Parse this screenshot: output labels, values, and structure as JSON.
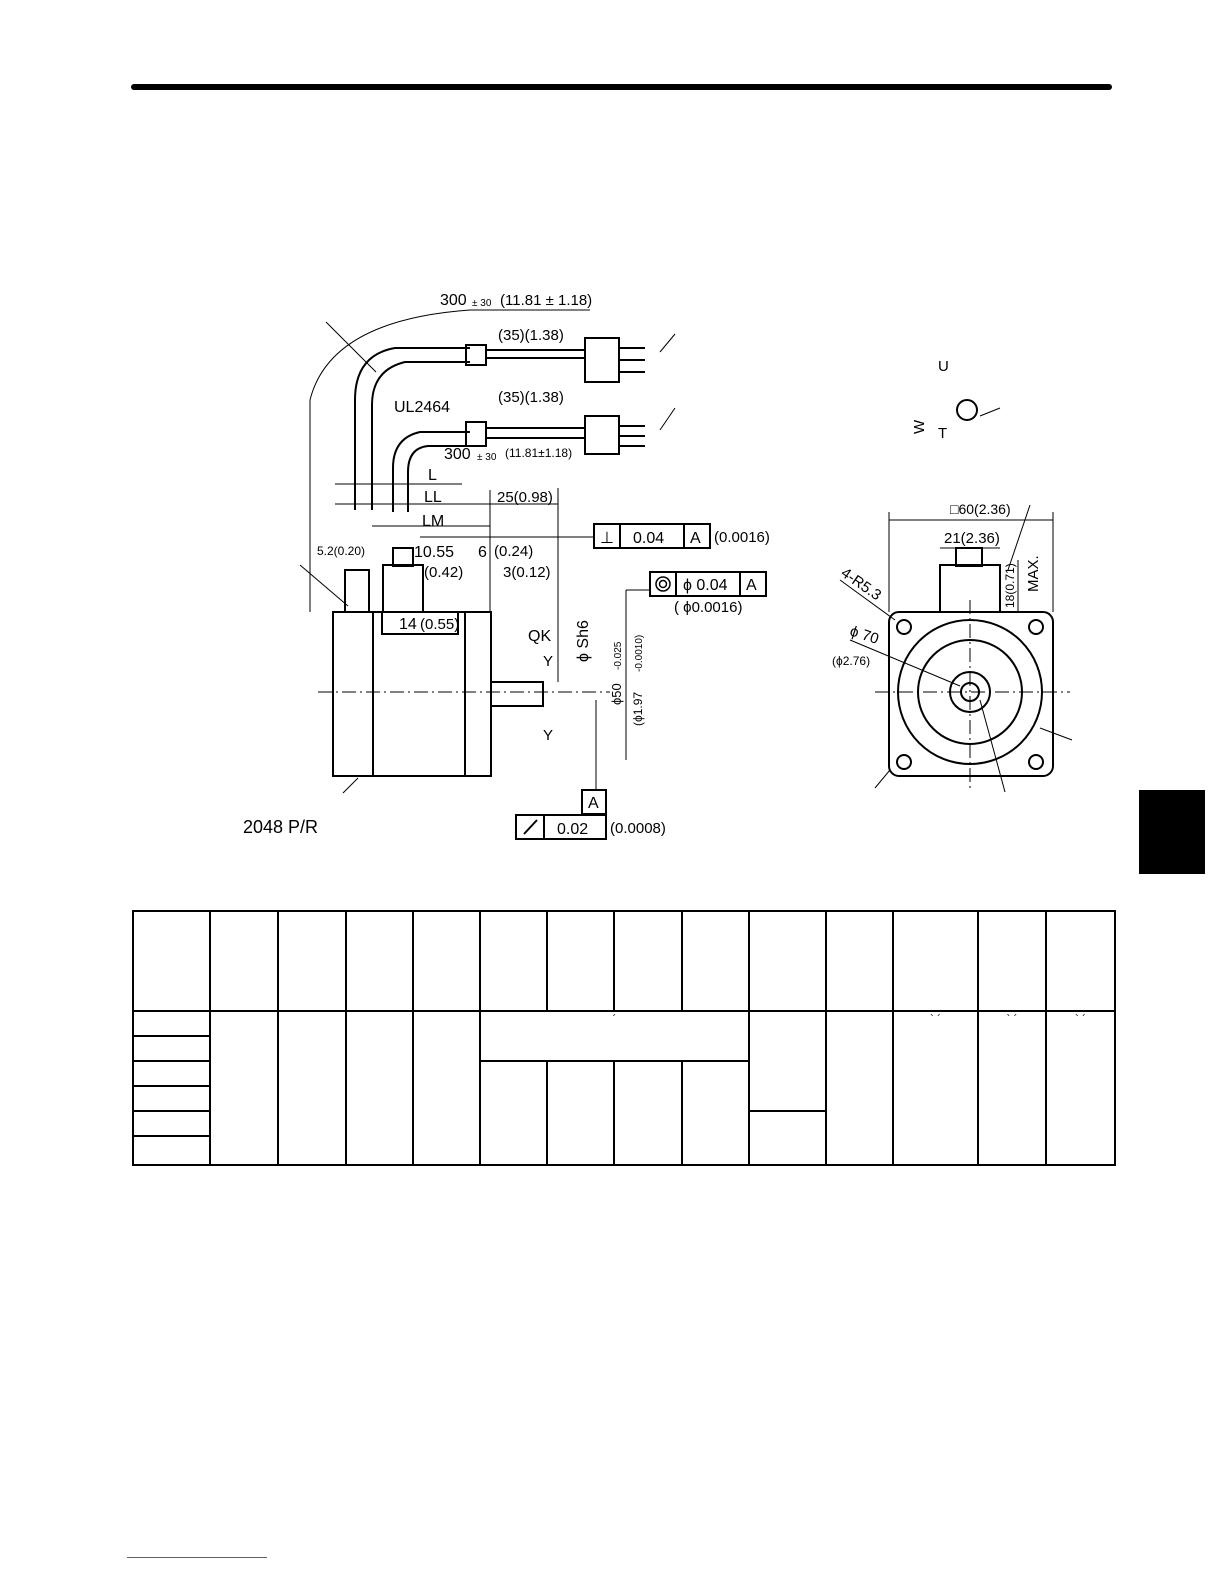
{
  "page": {
    "accent_color": "#000000",
    "link_underline_color": "#3a5fd0"
  },
  "drawing": {
    "cable_length_top": "300",
    "cable_tol_top": "± 30",
    "cable_length_top_inch": "(11.81 ± 1.18)",
    "lead_length_1": "(35)(1.38)",
    "lead_length_2": "(35)(1.38)",
    "cable_type": "UL2464",
    "cable_length_2": "300",
    "cable_tol_2": "± 30",
    "cable_length_2_inch": "(11.81±1.18)",
    "dim_L": "L",
    "dim_LL": "LL",
    "dim_LM": "LM",
    "dim_25": "25(0.98)",
    "perp_symbol": "⊥",
    "perp_value": "0.04",
    "perp_datum": "A",
    "perp_inch": "(0.0016)",
    "dim_5_2": "5.2(0.20)",
    "dim_10_55": "10.55",
    "dim_0_42": "(0.42)",
    "dim_6": "6",
    "dim_0_24": "(0.24)",
    "dim_3": "3(0.12)",
    "dim_14": "14",
    "dim_0_55": "(0.55)",
    "conc_value": "ϕ 0.04",
    "conc_datum": "A",
    "conc_inch": "( ϕ0.0016)",
    "dim_QK": "QK",
    "dim_Y_top": "Y",
    "dim_Y_bottom": "Y",
    "shaft_dia": "ϕ Sh6",
    "flange_dia": "ϕ50",
    "flange_tol": "-0.025",
    "flange_dia_inch": "(ϕ1.97",
    "flange_tol_inch": "-0.0010)",
    "datum_A": "A",
    "runout_value": "0.02",
    "runout_inch": "(0.0008)",
    "encoder_label": "2048 P/R",
    "key_U": "U",
    "key_W": "W",
    "key_T": "T",
    "square_flange": "□60(2.36)",
    "dim_21": "21(2.36)",
    "dim_18_max": "18(0.71)",
    "max_label": "MAX.",
    "mount_holes": "4-R5.3",
    "pcd": "ϕ 70",
    "pcd_inch": "(ϕ2.76)"
  },
  "table": {
    "mark": "´",
    "mark_pair": "` ´"
  }
}
